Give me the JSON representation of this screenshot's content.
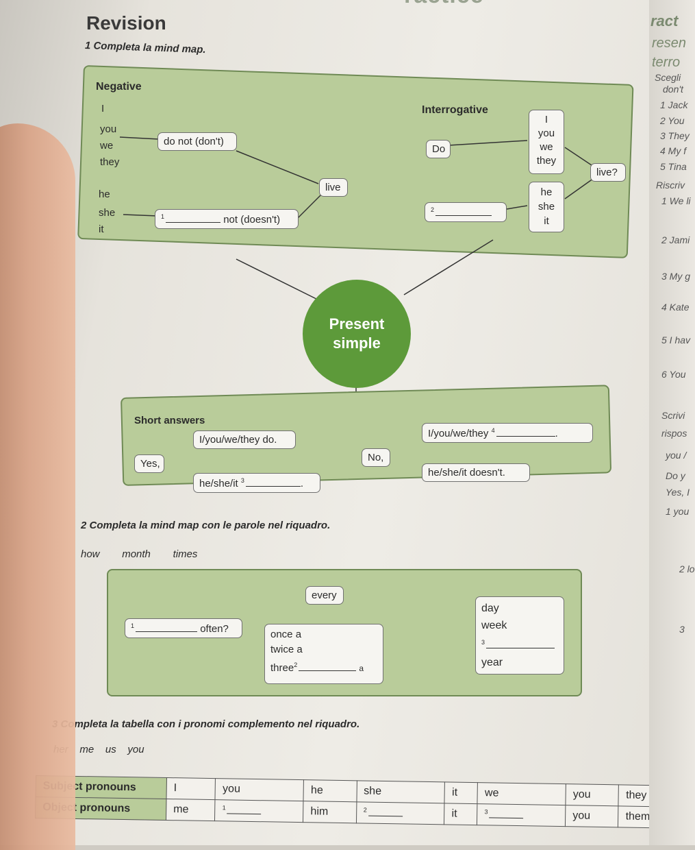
{
  "header": {
    "corner": "ractice",
    "title": "Revision"
  },
  "ex1": {
    "instruction": "1  Completa la mind map.",
    "negative": {
      "heading": "Negative",
      "pronouns_a": [
        "I",
        "you",
        "we",
        "they"
      ],
      "verb_a": "do not (don't)",
      "verb": "live",
      "pronouns_b": [
        "he",
        "she",
        "it"
      ],
      "blank_num": "1",
      "verb_b": "not (doesn't)"
    },
    "interrogative": {
      "heading": "Interrogative",
      "aux": "Do",
      "pronouns_a": [
        "I",
        "you",
        "we",
        "they"
      ],
      "verb": "live?",
      "blank_num": "2",
      "pronouns_b": [
        "he",
        "she",
        "it"
      ]
    },
    "center": {
      "line1": "Present",
      "line2": "simple"
    },
    "short": {
      "heading": "Short answers",
      "yes": "Yes,",
      "yes_a": "I/you/we/they do.",
      "yes_b_prefix": "he/she/it",
      "yes_b_num": "3",
      "yes_b_end": ".",
      "no": "No,",
      "no_a_prefix": "I/you/we/they",
      "no_a_num": "4",
      "no_a_end": ".",
      "no_b": "he/she/it doesn't."
    }
  },
  "ex2": {
    "instruction": "2  Completa la mind map con le parole nel riquadro.",
    "words": [
      "how",
      "month",
      "times"
    ],
    "every": "every",
    "blank1_num": "1",
    "often": "often?",
    "freq": [
      "once a",
      "twice a"
    ],
    "three_prefix": "three",
    "three_num": "2",
    "three_end": "a",
    "periods": [
      "day",
      "week"
    ],
    "blank3_num": "3",
    "year": "year"
  },
  "ex3": {
    "instruction": "3  Completa la tabella con i pronomi complemento nel riquadro.",
    "words": [
      "her",
      "me",
      "us",
      "you"
    ],
    "row1": [
      "Subject pronouns",
      "I",
      "you",
      "he",
      "she",
      "it",
      "we",
      "you",
      "they"
    ],
    "row2": [
      "Object pronouns",
      "me",
      "1",
      "him",
      "2",
      "it",
      "3",
      "you",
      "them"
    ]
  },
  "margin": {
    "right": [
      "ract",
      "resen",
      "terro",
      "Scegli",
      "don't",
      "1 Jack",
      "2 You",
      "3 They",
      "4 My f",
      "5 Tina",
      "Riscriv",
      "1 We li",
      "2 Jami",
      "3 My g",
      "4 Kate",
      "5 I hav",
      "6 You",
      "Scrivi",
      "rispos",
      "you /",
      "Do y",
      "Yes, I",
      "1 you",
      "2 lo",
      "3"
    ]
  },
  "colors": {
    "green_panel": "#b9cc9a",
    "green_circle": "#5d9a3a",
    "box": "#f6f5f1"
  }
}
